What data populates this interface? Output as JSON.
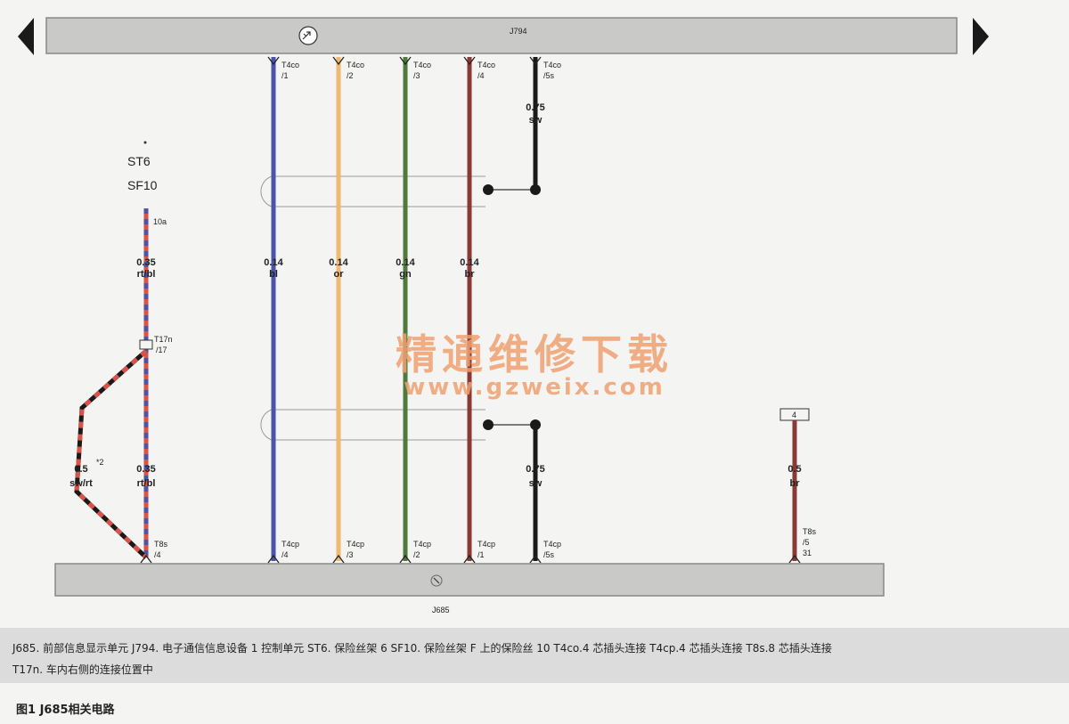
{
  "modules": {
    "top": {
      "name": "J794"
    },
    "bottom": {
      "name": "J685"
    }
  },
  "fuse": {
    "holder": "ST6",
    "fuse": "SF10",
    "pin": "10a"
  },
  "connector_t17n": {
    "name": "T17n",
    "pin": "/17"
  },
  "signal_wires": [
    {
      "id": "1",
      "top_conn": "T4co",
      "top_pin": "/1",
      "bottom_conn": "T4cp",
      "bottom_pin": "/4",
      "size": "0.14",
      "color_code": "bl",
      "color": "#4a55a8"
    },
    {
      "id": "2",
      "top_conn": "T4co",
      "top_pin": "/2",
      "bottom_conn": "T4cp",
      "bottom_pin": "/3",
      "size": "0.14",
      "color_code": "or",
      "color": "#f0b870"
    },
    {
      "id": "3",
      "top_conn": "T4co",
      "top_pin": "/3",
      "bottom_conn": "T4cp",
      "bottom_pin": "/2",
      "size": "0.14",
      "color_code": "gn",
      "color": "#4f7a3c"
    },
    {
      "id": "4",
      "top_conn": "T4co",
      "top_pin": "/4",
      "bottom_conn": "T4cp",
      "bottom_pin": "/1",
      "size": "0.14",
      "color_code": "br",
      "color": "#8a3a34"
    }
  ],
  "shield_wires": [
    {
      "id": "top",
      "conn": "T4co",
      "pin": "/5s",
      "size": "0.75",
      "color_code": "sw",
      "color": "#1a1a1a"
    },
    {
      "id": "bottom",
      "conn": "T4cp",
      "pin": "/5s",
      "size": "0.75",
      "color_code": "sw",
      "color": "#1a1a1a"
    }
  ],
  "fuse_wire": {
    "upper_size": "0.35",
    "upper_code": "rt/bl",
    "lower_size": "0.35",
    "lower_code": "rt/bl",
    "bottom_conn": "T8s",
    "bottom_pin": "/4",
    "colors": [
      "#d9534a",
      "#4a55a8"
    ]
  },
  "loop_wire": {
    "size": "0.5",
    "note": "*2",
    "color_code": "sw/rt",
    "colors": [
      "#1a1a1a",
      "#d9534a"
    ]
  },
  "ground_wire": {
    "ground_id": "4",
    "size": "0.5",
    "color_code": "br",
    "conn": "T8s",
    "pin": "/5",
    "pin2": "31",
    "color": "#8a3a34"
  },
  "legend_lines": [
    "J685. 前部信息显示单元    J794. 电子通信信息设备 1 控制单元    ST6. 保险丝架 6    SF10. 保险丝架 F 上的保险丝 10    T4co.4 芯插头连接    T4cp.4 芯插头连接    T8s.8 芯插头连接",
    "T17n. 车内右侧的连接位置中"
  ],
  "caption": "图1   J685相关电路",
  "watermark": {
    "cn": "精通维修下载",
    "url": "www.gzweix.com"
  }
}
